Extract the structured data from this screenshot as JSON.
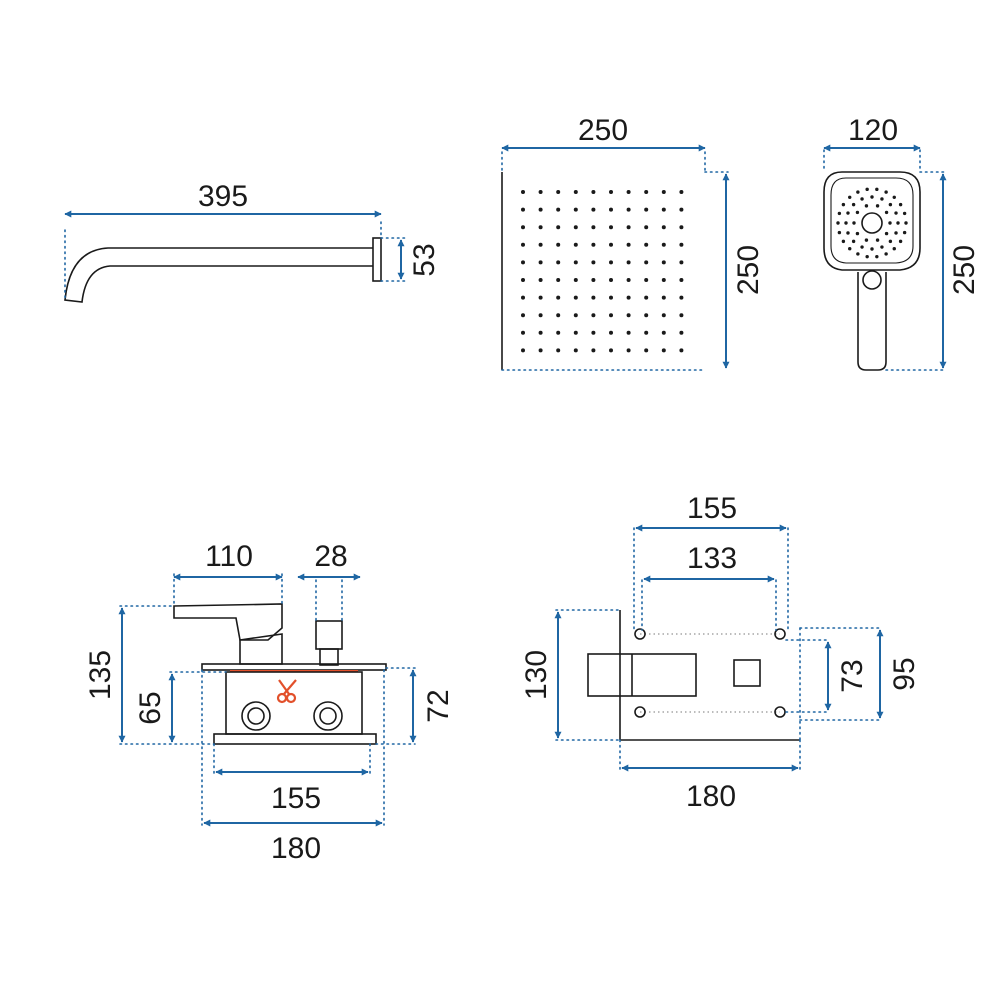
{
  "colors": {
    "dimension": "#1f66a3",
    "outline": "#1a1a1a",
    "cut_mark": "#e2502b"
  },
  "spout": {
    "length": "395",
    "height": "53"
  },
  "rain_head": {
    "width": "250",
    "height": "250"
  },
  "hand_shower": {
    "width": "120",
    "height": "250"
  },
  "mixer_side": {
    "lever_length": "110",
    "stem_width": "28",
    "total_height": "135",
    "box_height": "65",
    "plate_height": "72",
    "box_width": "155",
    "plate_width": "180"
  },
  "mixer_front": {
    "outer_width": "155",
    "inner_width": "133",
    "plate_height": "130",
    "inner_height": "73",
    "outer_height": "95",
    "plate_width": "180"
  }
}
